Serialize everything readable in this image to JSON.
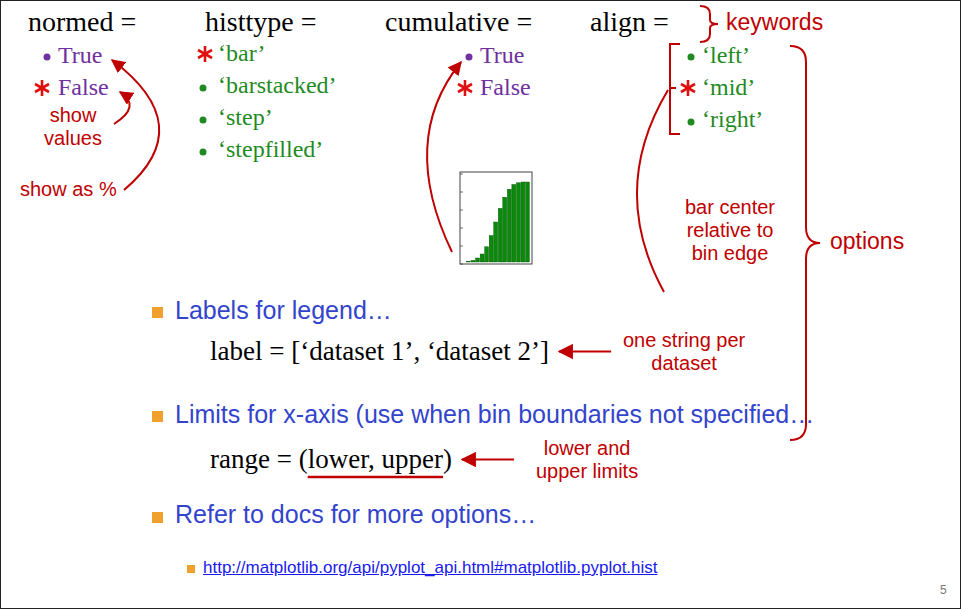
{
  "diagram": {
    "labels": [
      "normed =",
      "histtype =",
      "cumulative =",
      "align =",
      "keywords",
      "True",
      "False",
      "show values",
      "show as %",
      "‘bar’",
      "‘barstacked’",
      "‘step’",
      "‘stepfilled’",
      "True",
      "False",
      "‘left’",
      "‘mid’",
      "‘right’",
      "options",
      "bar center relative to bin edge",
      "Labels for legend…",
      "label = [‘dataset 1’, ‘dataset 2’]",
      "one string per dataset",
      "Limits for x-axis (use when bin boundaries not specified…",
      "range = (lower, upper)",
      "lower and upper limits",
      "Refer to docs for more options…",
      "http://matplotlib.org/api/pyplot_api.html#matplotlib.pyplot.hist",
      "5"
    ]
  }
}
